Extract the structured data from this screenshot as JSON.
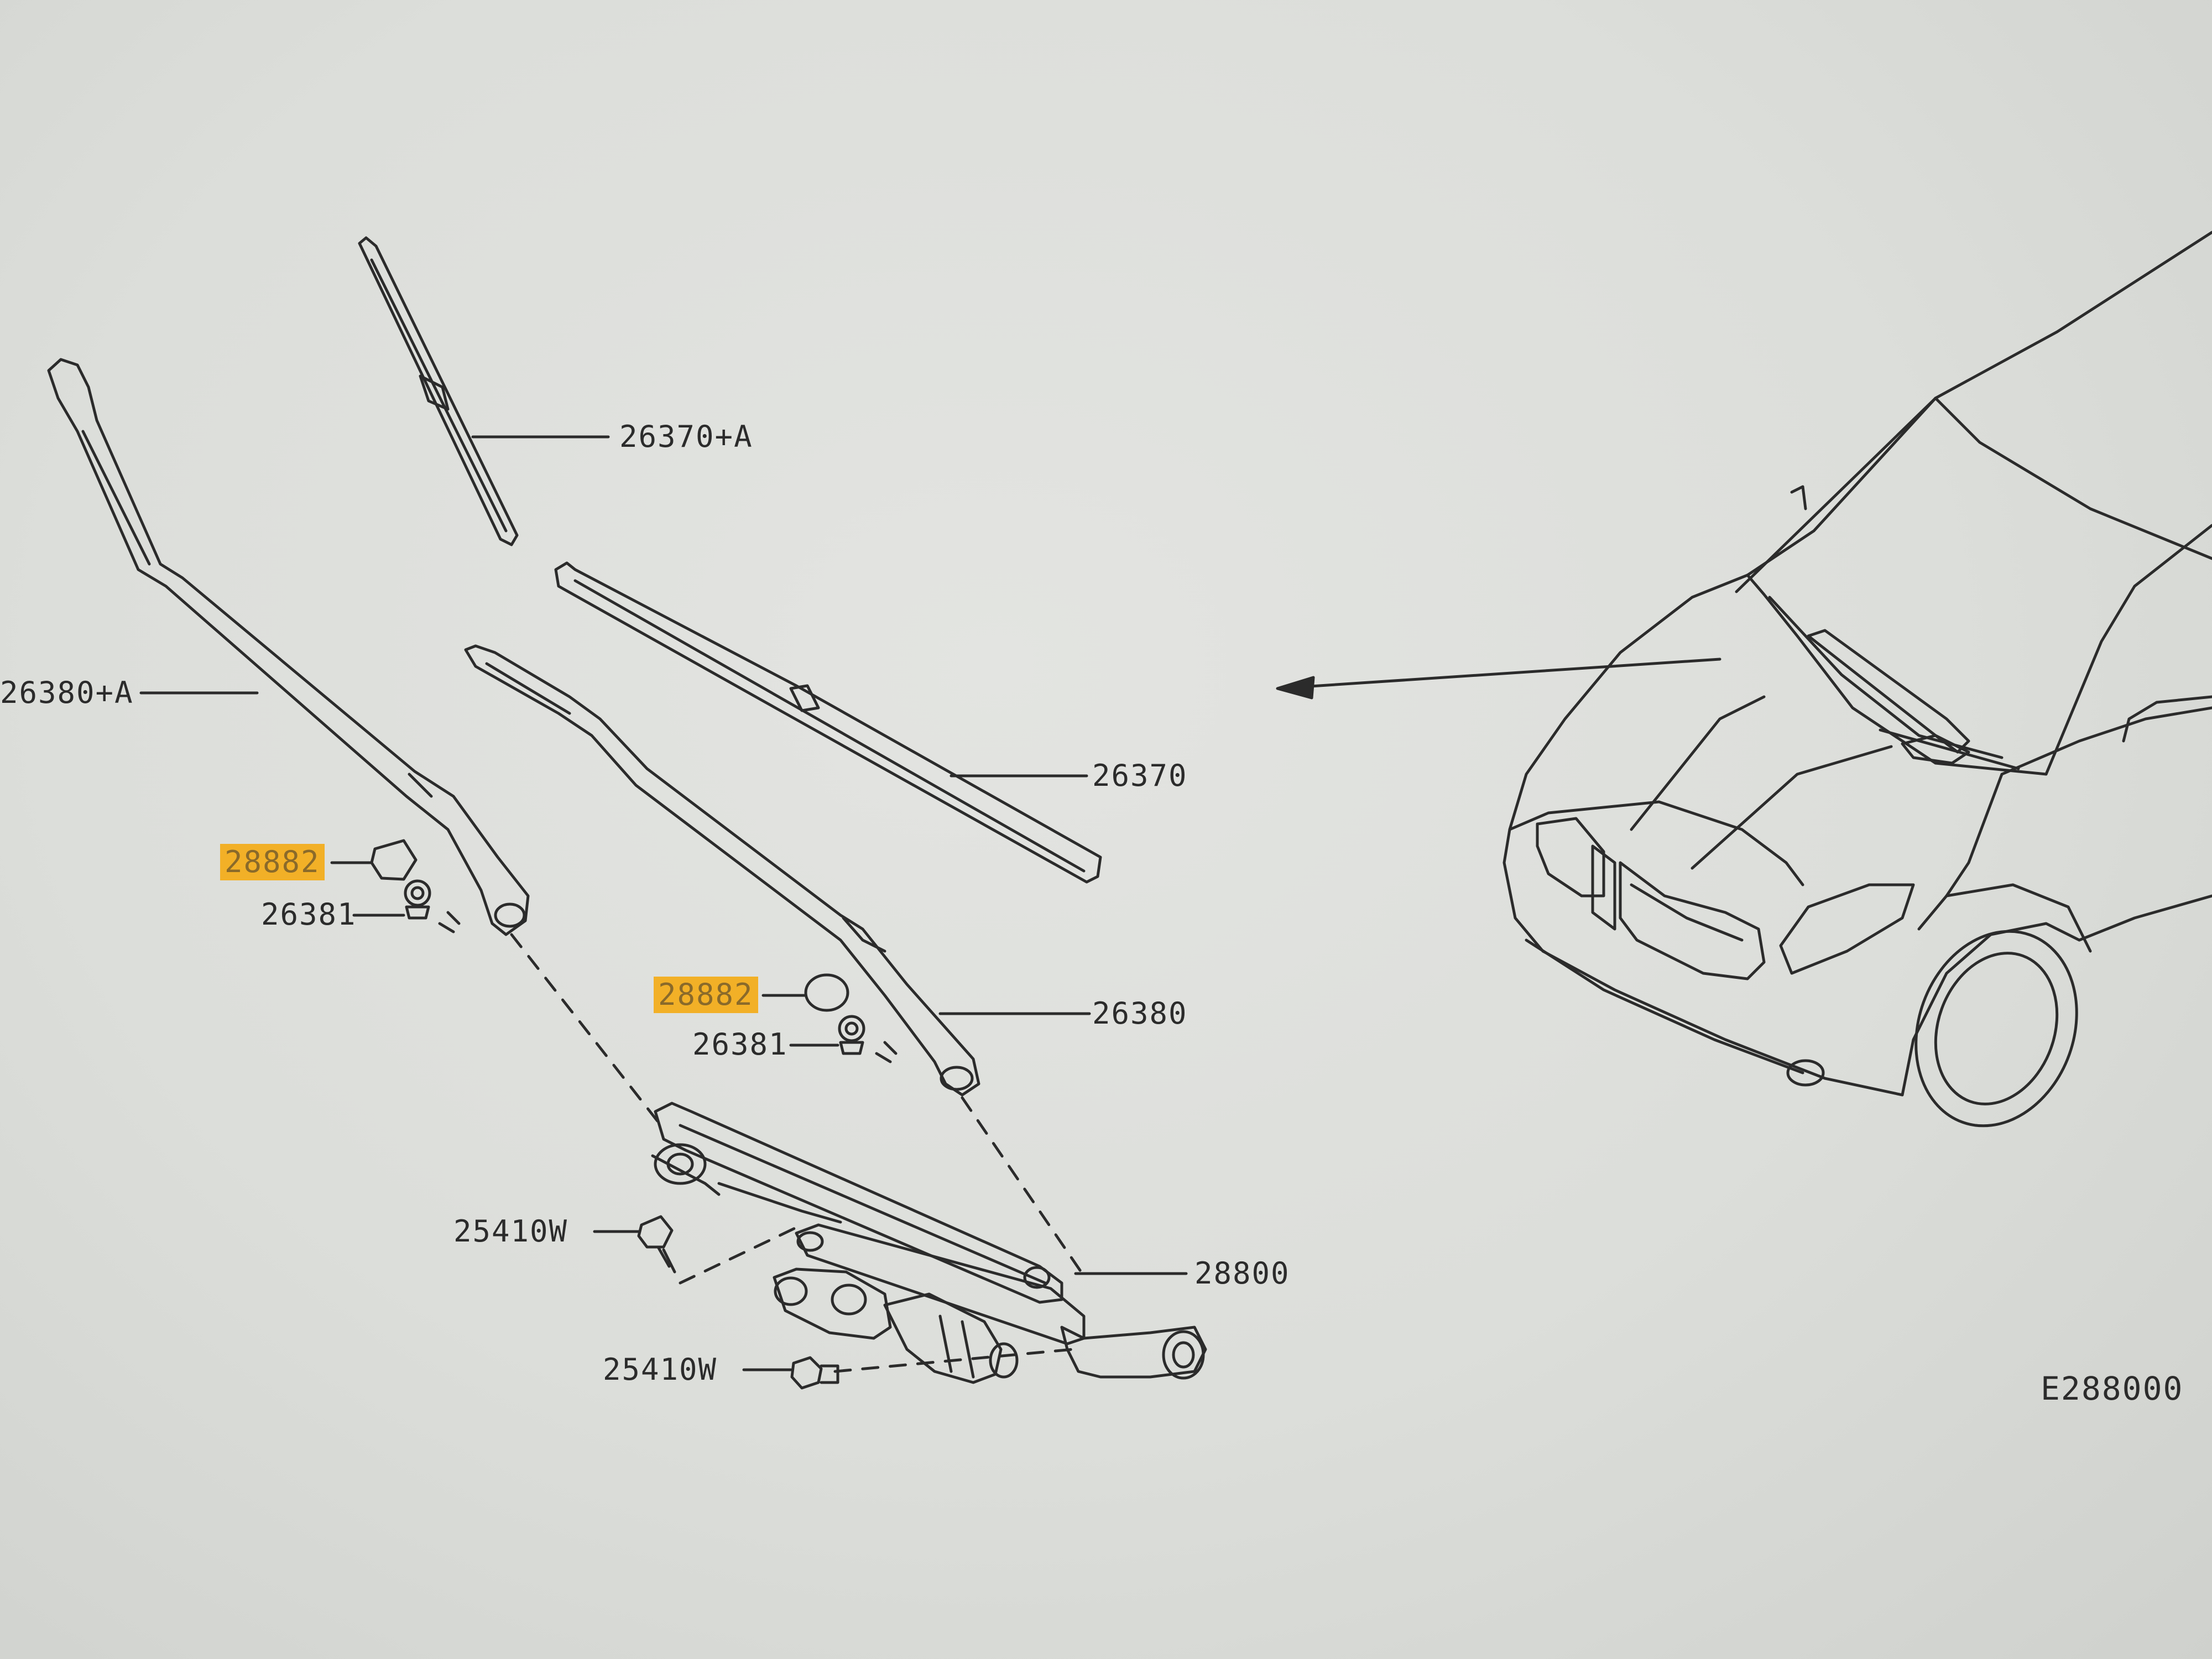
{
  "diagram": {
    "colors": {
      "line": "#2b2b2b",
      "highlight": "#f2b027",
      "background": "#dcdeda"
    },
    "parts": {
      "blade_rh_a": "26370+A",
      "arm_rh_a": "26380+A",
      "cap_left": "28882",
      "nut_left": "26381",
      "blade_lh": "26370",
      "cap_right": "28882",
      "nut_right": "26381",
      "arm_lh": "26380",
      "bolt_upper": "25410W",
      "linkage_motor": "28800",
      "bolt_lower": "25410W"
    },
    "figure_code": "E288000"
  }
}
